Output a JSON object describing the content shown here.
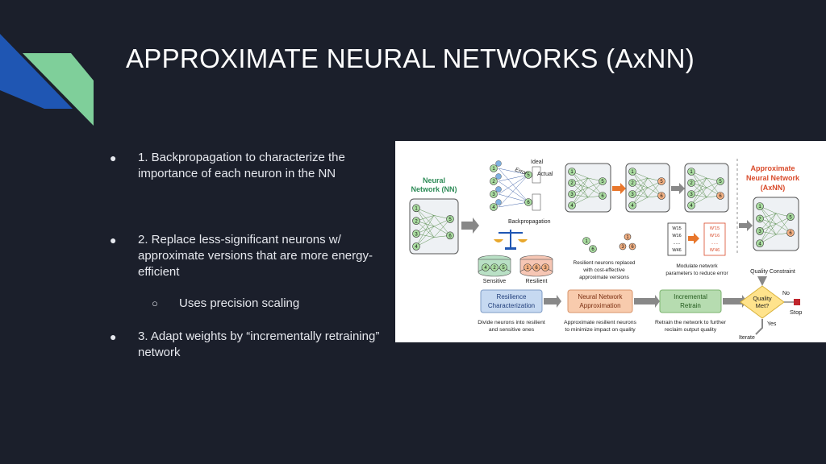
{
  "slide": {
    "title": "APPROXIMATE NEURAL NETWORKS (AxNN)",
    "bullets": [
      {
        "marker": "●",
        "text": "1. Backpropagation to characterize the importance of each neuron in the NN"
      },
      {
        "marker": "●",
        "text": "2. Replace less-significant neurons w/ approximate versions that are more energy-efficient"
      },
      {
        "marker": "○",
        "text": "Uses precision scaling"
      },
      {
        "marker": "●",
        "text": "3. Adapt weights by “incrementally retraining” network"
      }
    ]
  },
  "figure": {
    "neural_network": "Neural\nNetwork (NN)",
    "ideal": "Ideal",
    "error": "Error",
    "actual": "Actual",
    "backpropagation": "Backpropagation",
    "sensitive": "Sensitive",
    "resilient": "Resilient",
    "replace_caption": "Resilient neurons replaced\nwith cost-effective\napproximate versions",
    "modulate_caption": "Modulate network\nparameters to reduce error",
    "axnn": "Approximate\nNeural Network\n(AxNN)",
    "quality_constraint": "Quality Constraint",
    "step1": "Resilience\nCharacterization",
    "step2": "Neural Network\nApproximation",
    "step3": "Incremental\nRetrain",
    "decision": "Quality\nMet?",
    "no": "No",
    "yes": "Yes",
    "stop": "Stop",
    "iterate": "Iterate",
    "desc1": "Divide neurons into resilient\nand sensitive ones",
    "desc2": "Approximate resilient neurons\nto minimize impact on quality",
    "desc3": "Retrain the network to further\nreclaim output quality",
    "w_list1": [
      "W15",
      "W16",
      "......",
      "W46"
    ],
    "w_list2": [
      "W'15",
      "W'16",
      "......",
      "W'46"
    ],
    "colors": {
      "accent_green": "#7fcf9a",
      "accent_blue": "#1f56b3",
      "orange": "#e8762b",
      "red": "#d94b2b"
    }
  }
}
